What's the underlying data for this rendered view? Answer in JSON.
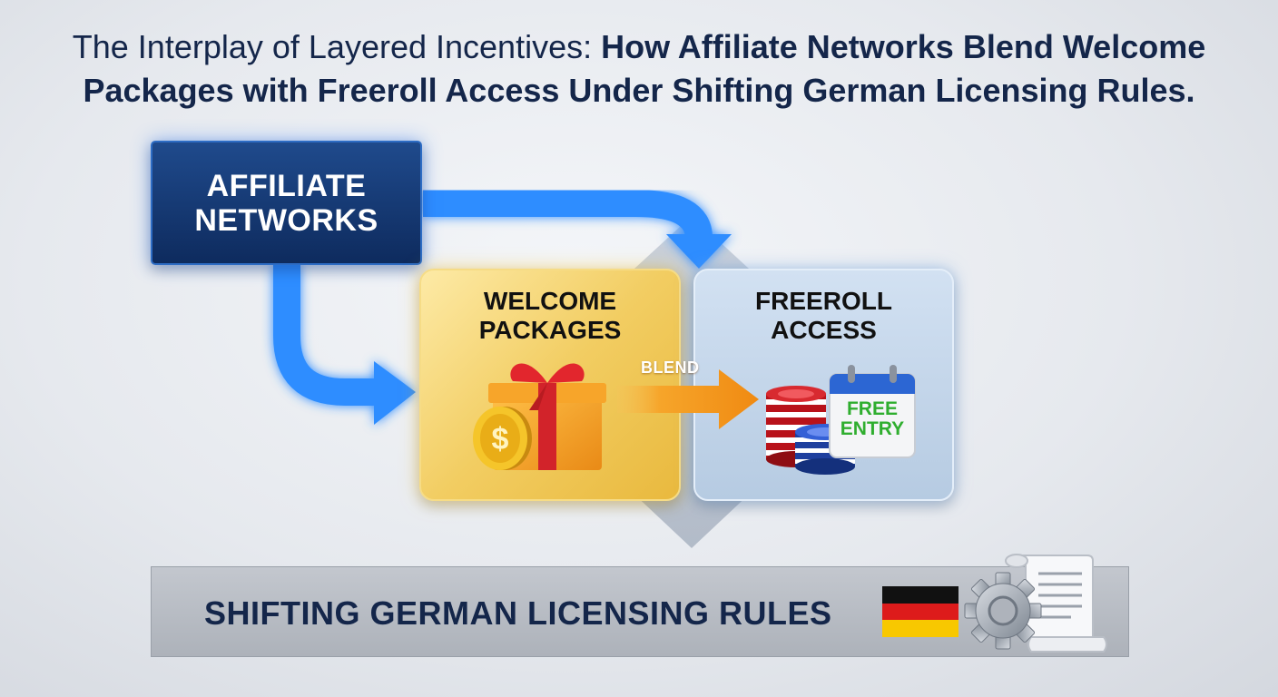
{
  "title": {
    "line1_light": "The Interplay of Layered Incentives:",
    "line1_bold": "How Affiliate Networks Blend Welcome",
    "line2": "Packages with Freeroll Access Under Shifting German Licensing Rules."
  },
  "nodes": {
    "affiliate": "AFFILIATE NETWORKS",
    "welcome": "WELCOME PACKAGES",
    "freeroll": "FREEROLL ACCESS",
    "rules": "SHIFTING GERMAN LICENSING RULES"
  },
  "edges": {
    "blend_label": "BLEND"
  },
  "calendar": {
    "line1": "FREE",
    "line2": "ENTRY"
  },
  "icons": [
    "gift-icon",
    "coin-icon",
    "poker-chips-icon",
    "calendar-icon",
    "german-flag-icon",
    "gear-icon",
    "document-scroll-icon"
  ],
  "colors": {
    "navy": "#14264a",
    "affiliate_blue": "#0e2b5e",
    "flow_blue": "#2e8dff",
    "blend_orange": "#f39a1c",
    "welcome_gold": "#f2cd62",
    "freeroll_blue": "#b6cbe2",
    "calendar_green": "#2fae2f"
  }
}
